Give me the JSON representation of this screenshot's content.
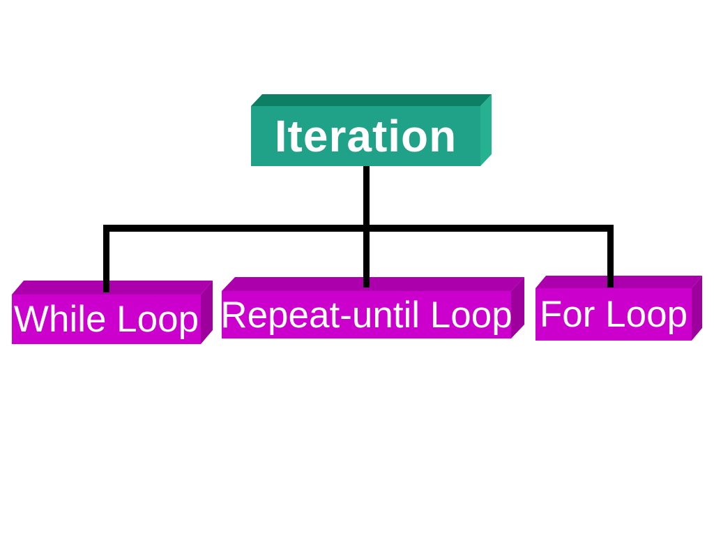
{
  "diagram": {
    "root": {
      "label": "Iteration"
    },
    "children": [
      {
        "label": "While Loop"
      },
      {
        "label": "Repeat-until Loop"
      },
      {
        "label": "For Loop"
      }
    ]
  },
  "colors": {
    "background": "#ffffff",
    "root_front": "#1fa287",
    "root_top": "#0d7f64",
    "root_side": "#26b190",
    "child_front": "#cc00cc",
    "child_top": "#ac00ac",
    "child_side": "#9e009e",
    "connector": "#000000",
    "label_text": "#ffffff"
  }
}
